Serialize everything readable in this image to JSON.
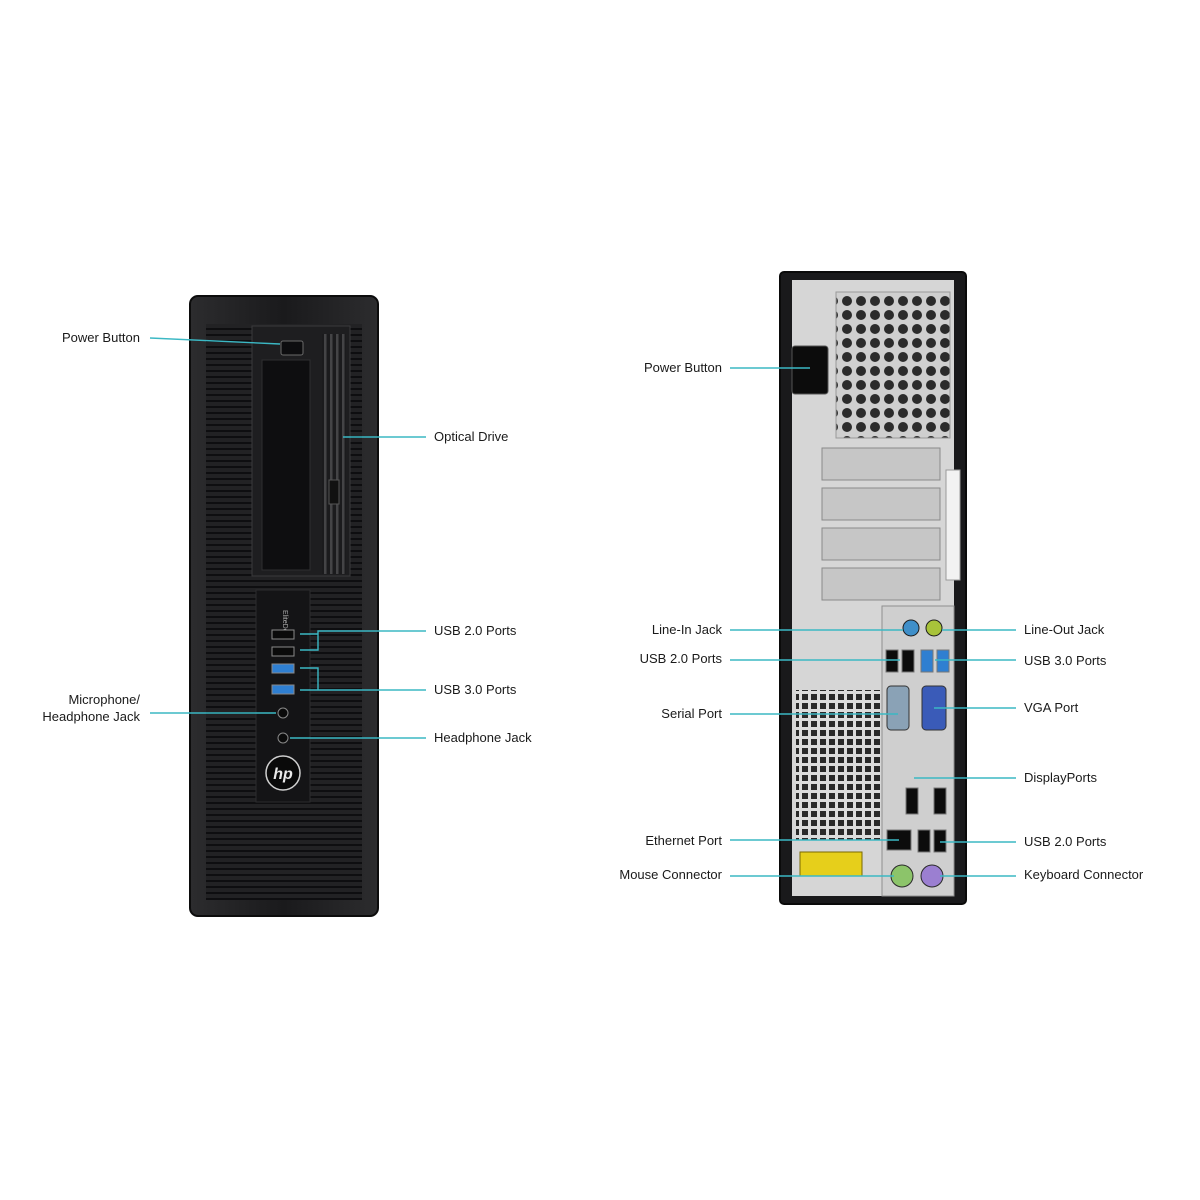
{
  "colors": {
    "leader": "#3bb8c4",
    "case": "#1c1c1e",
    "usb3": "#2f7fd1",
    "audio_in": "#3f8fc9",
    "audio_out": "#a8c33a",
    "ps2_mouse": "#8cc46a",
    "ps2_keyboard": "#9b7fd1",
    "label_sticker": "#e6cf1b"
  },
  "front": {
    "brand_logo_text": "hp",
    "model_text": "EliteDesk",
    "labels": {
      "power_button": "Power Button",
      "optical_drive": "Optical Drive",
      "usb2_ports": "USB 2.0 Ports",
      "usb3_ports": "USB 3.0 Ports",
      "mic_headphone_line1": "Microphone/",
      "mic_headphone_line2": "Headphone Jack",
      "headphone_jack": "Headphone Jack"
    }
  },
  "back": {
    "labels": {
      "power_button": "Power Button",
      "line_in": "Line-In Jack",
      "line_out": "Line-Out Jack",
      "usb2_upper": "USB 2.0 Ports",
      "usb3": "USB 3.0 Ports",
      "serial": "Serial Port",
      "vga": "VGA Port",
      "displayports": "DisplayPorts",
      "ethernet": "Ethernet Port",
      "usb2_lower": "USB 2.0 Ports",
      "mouse": "Mouse Connector",
      "keyboard": "Keyboard Connector"
    }
  }
}
